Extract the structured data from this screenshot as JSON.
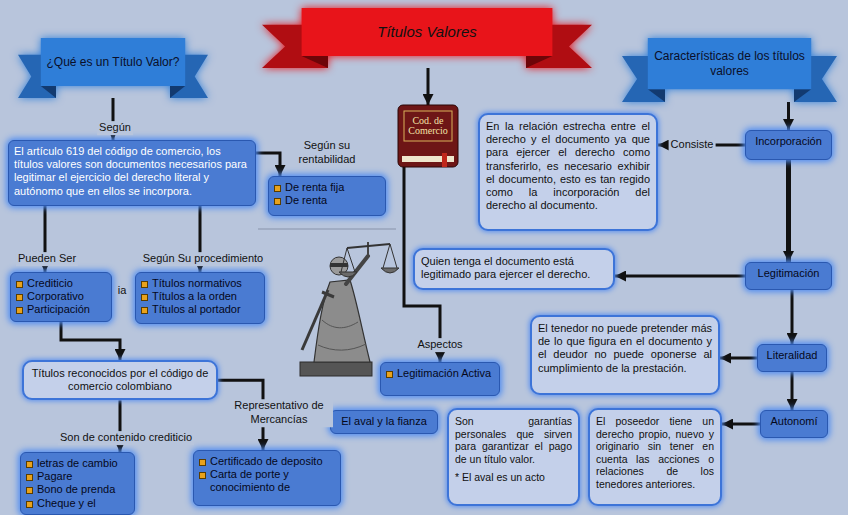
{
  "diagram": {
    "nodes": [
      {
        "text": [
          "Títulos Valores"
        ]
      },
      {
        "text": [
          "¿Qué es un Título Valor?"
        ]
      },
      {
        "text": [
          "Características de los títulos valores"
        ]
      },
      {
        "text": [
          "Cod. de Comercio"
        ]
      },
      {
        "text": [
          "El artículo 619 del código de comercio, los títulos valores son documentos necesarios para legitimar el ejercicio del derecho literal y autónomo que en ellos se incorpora."
        ]
      },
      {
        "text": [
          "De renta fija",
          "De renta"
        ]
      },
      {
        "text": [
          "Crediticio",
          "Corporativo",
          "Participación"
        ]
      },
      {
        "text": [
          "Títulos normativos",
          "Títulos a la orden",
          "Títulos al portador"
        ]
      },
      {
        "text": [
          "Títulos reconocidos por el código de comercio colombiano"
        ]
      },
      {
        "text": [
          "letras de cambio",
          "Pagare",
          "Bono de prenda",
          "Cheque y el"
        ]
      },
      {
        "text": [
          "Certificado de deposito",
          "Carta de porte y conocimiento de"
        ]
      },
      {
        "text": [
          "En la relación estrecha entre el derecho y el documento ya que para ejercer el derecho como transferirlo, es necesario exhibir el documento, esto es tan regido como la incorporación del derecho al documento."
        ]
      },
      {
        "text": [
          "Incorporación"
        ]
      },
      {
        "text": [
          "Quien tenga el documento está legitimado para ejercer el derecho."
        ]
      },
      {
        "text": [
          "Legitimación"
        ]
      },
      {
        "text": [
          "Legitimación Activa"
        ]
      },
      {
        "text": [
          "El aval y la fianza"
        ]
      },
      {
        "text": [
          "El tenedor no puede pretender más de lo que figura en el documento y el deudor no puede oponerse al cumplimiento de la prestación."
        ]
      },
      {
        "text": [
          "Literalidad"
        ]
      },
      {
        "text": [
          "Son garantías personales que sirven para garantizar el pago de un título valor.",
          "* El aval es un acto"
        ]
      },
      {
        "text": [
          "El poseedor tiene un derecho propio, nuevo y originario sin tener en cuenta las acciones o relaciones de los tenedores anteriores."
        ]
      },
      {
        "text": [
          "Autonomí"
        ]
      }
    ],
    "edges": [
      {
        "from": 0,
        "to": 3,
        "arrow": "to"
      },
      {
        "from": 1,
        "to": 4,
        "arrow": "to",
        "label": "Según"
      },
      {
        "from": 4,
        "to": 5,
        "arrow": "to"
      },
      {
        "from": 4,
        "to": 6,
        "arrow": "to",
        "label": "Pueden Ser"
      },
      {
        "from": 4,
        "to": 7,
        "arrow": "to",
        "label": "Según Su procedimiento"
      },
      {
        "from": 6,
        "to": 8,
        "arrow": "to"
      },
      {
        "from": 8,
        "to": 9,
        "arrow": "to",
        "label": "Son de contenido crediticio"
      },
      {
        "from": 8,
        "to": 10,
        "arrow": "to",
        "label": "Representativo de Mercancías"
      },
      {
        "from": 2,
        "to": 12,
        "arrow": "to"
      },
      {
        "from": 12,
        "to": 11,
        "arrow": "to",
        "label": "Consiste"
      },
      {
        "from": 12,
        "to": 14,
        "arrow": "to"
      },
      {
        "from": 14,
        "to": 13,
        "arrow": "to"
      },
      {
        "from": 14,
        "to": 18,
        "arrow": "to"
      },
      {
        "from": 18,
        "to": 17,
        "arrow": "to"
      },
      {
        "from": 18,
        "to": 21,
        "arrow": "to"
      },
      {
        "from": 21,
        "to": 20,
        "arrow": "to"
      },
      {
        "from": 3,
        "to": 15,
        "arrow": "to",
        "label": "Aspectos"
      }
    ],
    "labels": [
      "Según su rentabilidad",
      "ia"
    ]
  }
}
